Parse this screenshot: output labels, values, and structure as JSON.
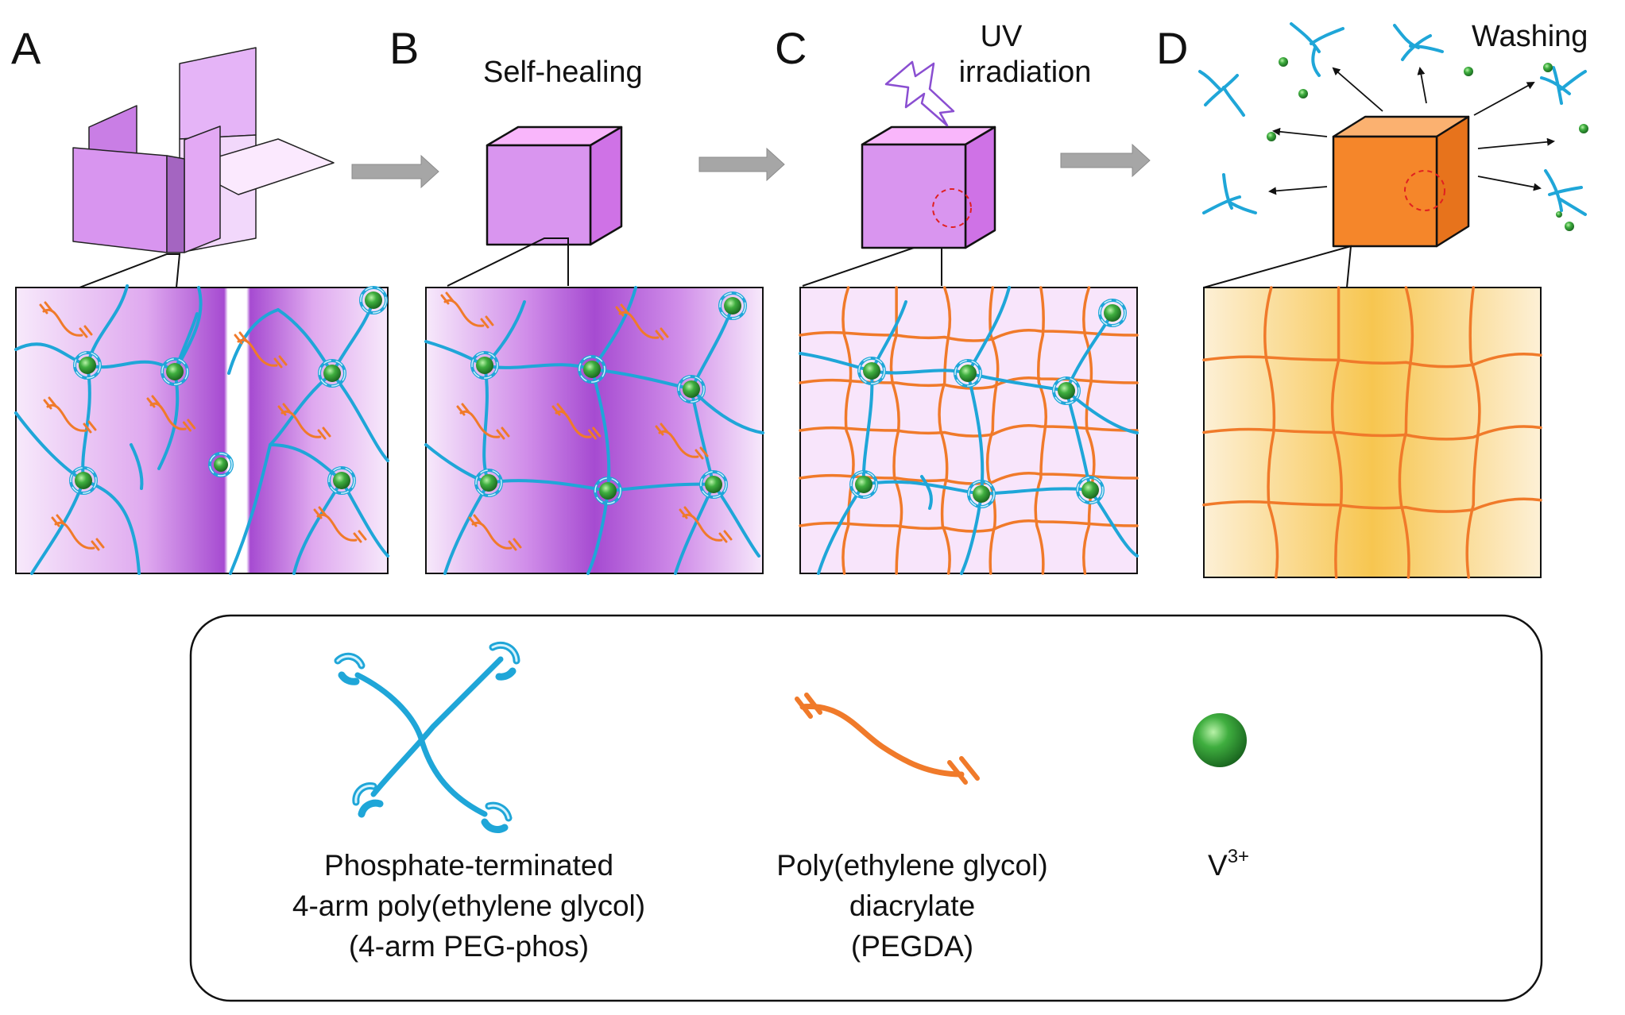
{
  "panels": {
    "a": {
      "letter": "A"
    },
    "b": {
      "letter": "B",
      "label": "Self-healing"
    },
    "c": {
      "letter": "C",
      "label_line1": "UV",
      "label_line2": "irradiation"
    },
    "d": {
      "letter": "D",
      "label": "Washing"
    }
  },
  "legend": {
    "peg_phos": {
      "line1": "Phosphate-terminated",
      "line2": "4-arm poly(ethylene glycol)",
      "line3": "(4-arm PEG-phos)"
    },
    "pegda": {
      "line1": "Poly(ethylene glycol)",
      "line2": "diacrylate",
      "line3": "(PEGDA)"
    },
    "ion": {
      "base": "V",
      "charge": "3+"
    }
  },
  "colors": {
    "gel_purple": "#d58ef0",
    "gel_purple_dark": "#a64bd1",
    "gel_orange": "#f5862a",
    "peg_blue": "#1fa6d8",
    "pegda_orange": "#f07a2a",
    "ion_green": "#2e9a35",
    "arrow_gray": "#a6a6a6",
    "zoom_yellow": "#f7c650"
  }
}
